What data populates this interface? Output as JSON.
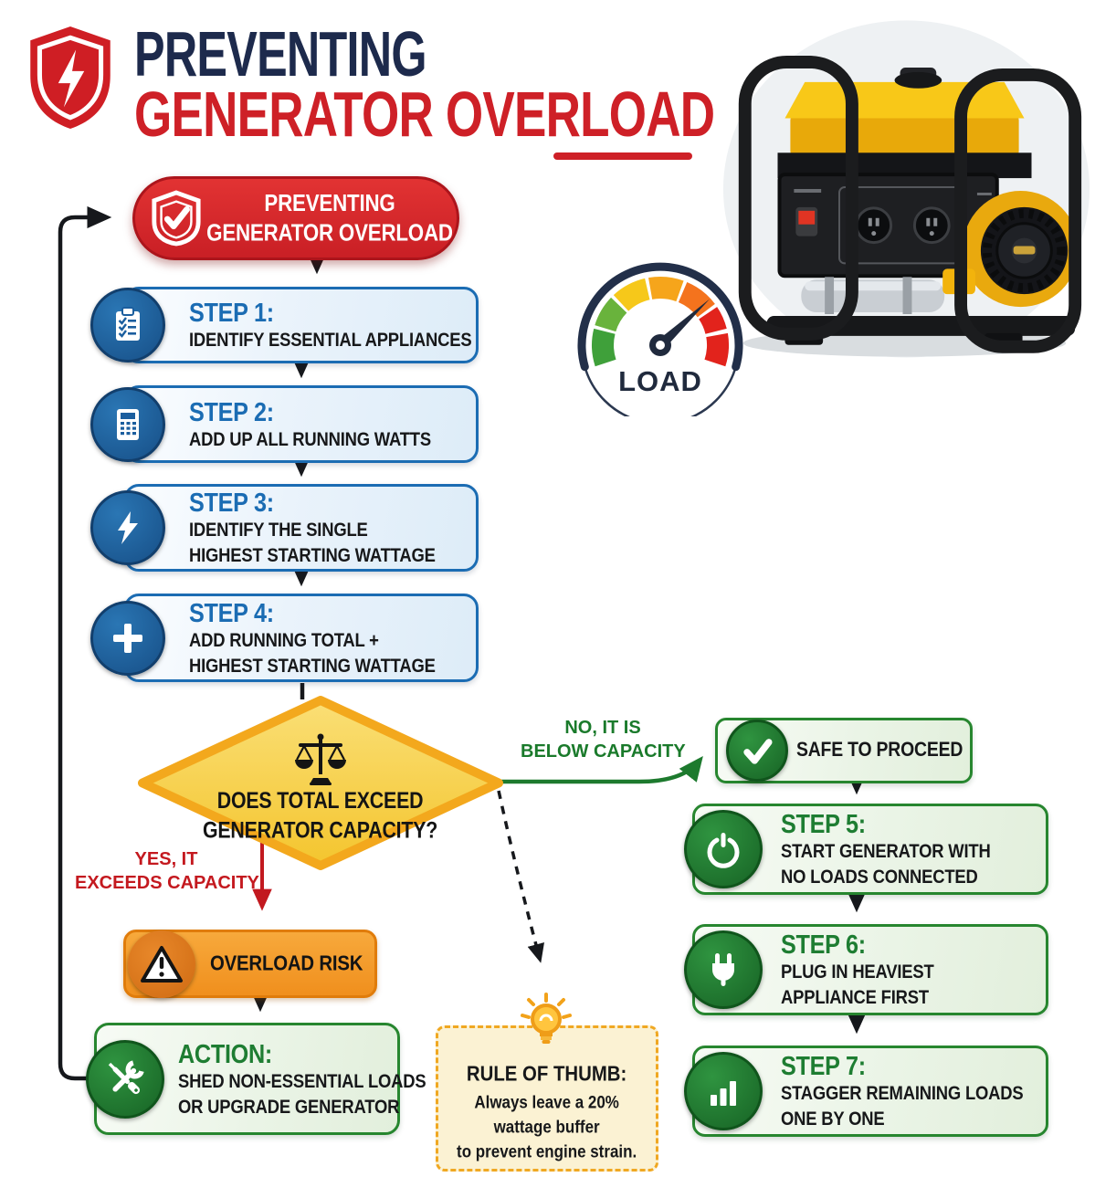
{
  "header": {
    "title_line1": "PREVENTING",
    "title_line2": "GENERATOR OVERLOAD"
  },
  "gauge": {
    "label": "LOAD"
  },
  "flow": {
    "start": {
      "line1": "PREVENTING",
      "line2": "GENERATOR OVERLOAD"
    },
    "steps_blue": [
      {
        "label": "STEP 1:",
        "line1": "IDENTIFY ESSENTIAL APPLIANCES"
      },
      {
        "label": "STEP 2:",
        "line1": "ADD UP ALL RUNNING WATTS"
      },
      {
        "label": "STEP 3:",
        "line1": "IDENTIFY THE SINGLE",
        "line2": "HIGHEST STARTING WATTAGE"
      },
      {
        "label": "STEP 4:",
        "line1": "ADD RUNNING TOTAL +",
        "line2": "HIGHEST STARTING WATTAGE"
      }
    ],
    "decision": {
      "line1": "DOES TOTAL EXCEED",
      "line2": "GENERATOR CAPACITY?"
    },
    "no_branch": {
      "line1": "NO, IT IS",
      "line2": "BELOW CAPACITY"
    },
    "yes_branch": {
      "line1": "YES, IT",
      "line2": "EXCEEDS CAPACITY"
    },
    "safe": {
      "label": "SAFE TO PROCEED"
    },
    "steps_green": [
      {
        "label": "STEP 5:",
        "line1": "START GENERATOR WITH",
        "line2": "NO LOADS CONNECTED"
      },
      {
        "label": "STEP 6:",
        "line1": "PLUG IN HEAVIEST",
        "line2": "APPLIANCE FIRST"
      },
      {
        "label": "STEP 7:",
        "line1": "STAGGER REMAINING LOADS",
        "line2": "ONE BY ONE"
      }
    ],
    "overload": {
      "label": "OVERLOAD RISK"
    },
    "action": {
      "label": "ACTION:",
      "line1": "SHED NON-ESSENTIAL LOADS",
      "line2": "OR UPGRADE GENERATOR"
    },
    "rule": {
      "title": "RULE OF THUMB:",
      "line1": "Always leave a 20%",
      "line2": "wattage buffer",
      "line3": "to prevent engine strain."
    }
  },
  "colors": {
    "navy": "#1d2a4c",
    "red": "#ce2027",
    "blue": "#1b6cb3",
    "green": "#1e7d32",
    "orange": "#f08f1d",
    "gold": "#f3a81d",
    "diamond_fill": "#f6cd45"
  }
}
